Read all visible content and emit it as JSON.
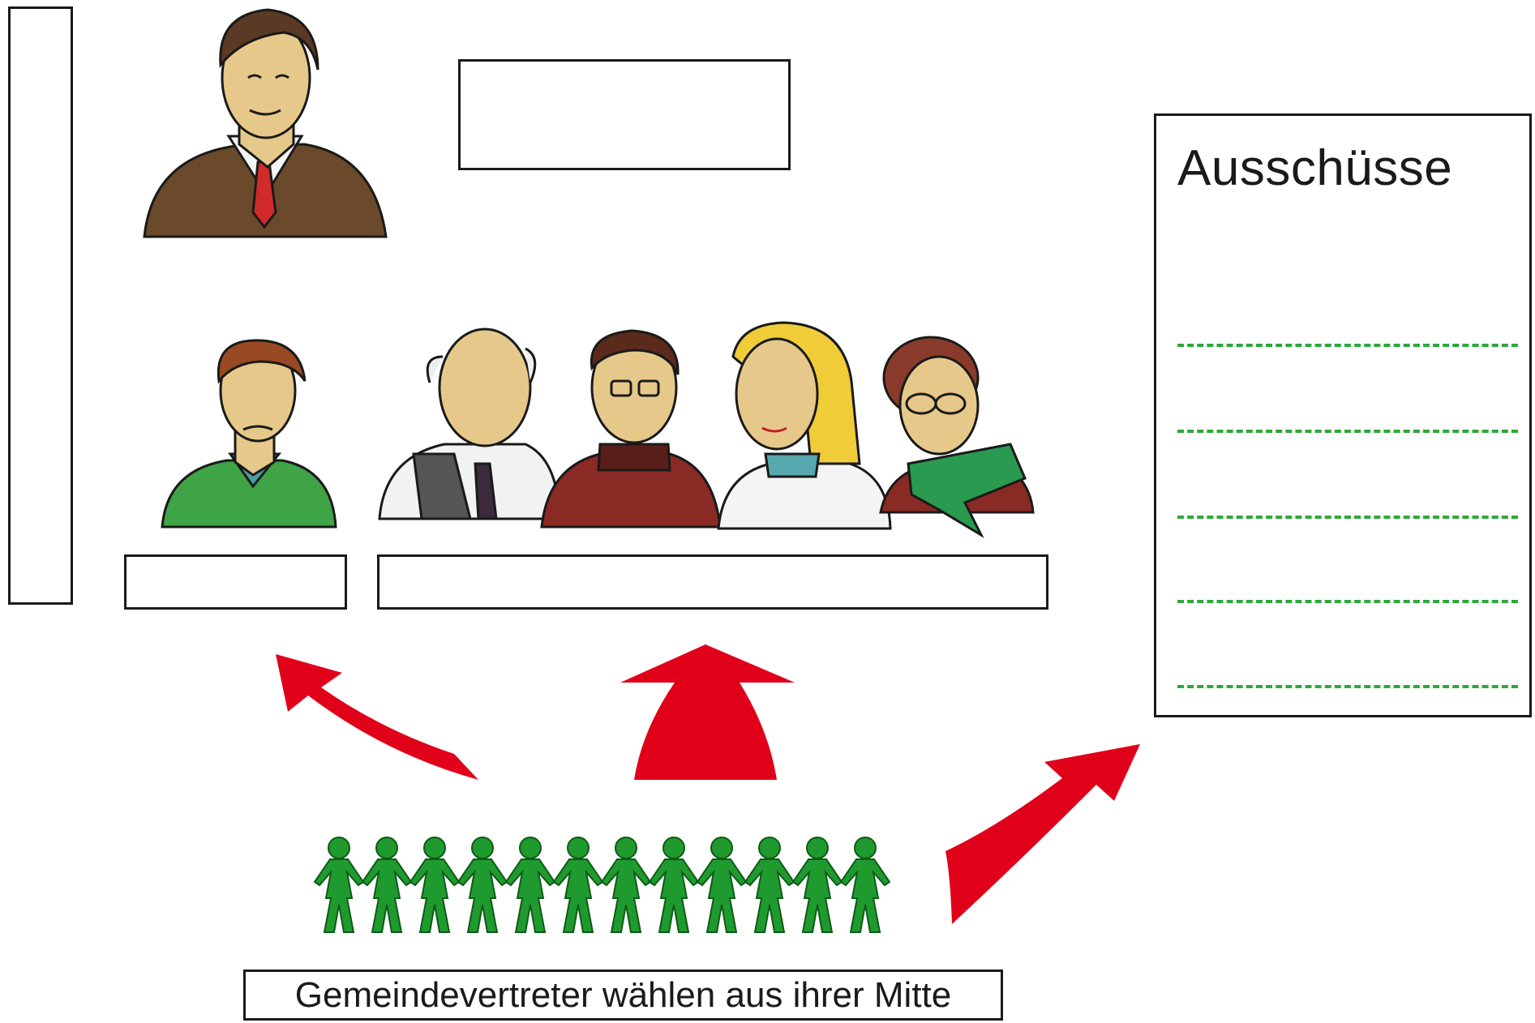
{
  "committees": {
    "title": "Ausschüsse",
    "slots": [
      "",
      "",
      "",
      "",
      ""
    ]
  },
  "caption": "Gemeindevertreter wählen aus ihrer Mitte",
  "colors": {
    "arrow": "#e1001a",
    "figures": "#1f9a2e",
    "dashes": "#2ea83a",
    "outline": "#1a1a1a"
  },
  "icons": {
    "mayor": "mayor-portrait-icon",
    "deputy": "deputy-portrait-icon",
    "council": [
      "bald-man-icon",
      "glasses-man-icon",
      "blonde-woman-icon",
      "scarf-woman-icon"
    ],
    "crowd": "paper-chain-people-icon",
    "arrows": [
      "arrow-up-left-icon",
      "arrow-up-icon",
      "arrow-up-right-icon"
    ]
  },
  "crowd_count": 12
}
